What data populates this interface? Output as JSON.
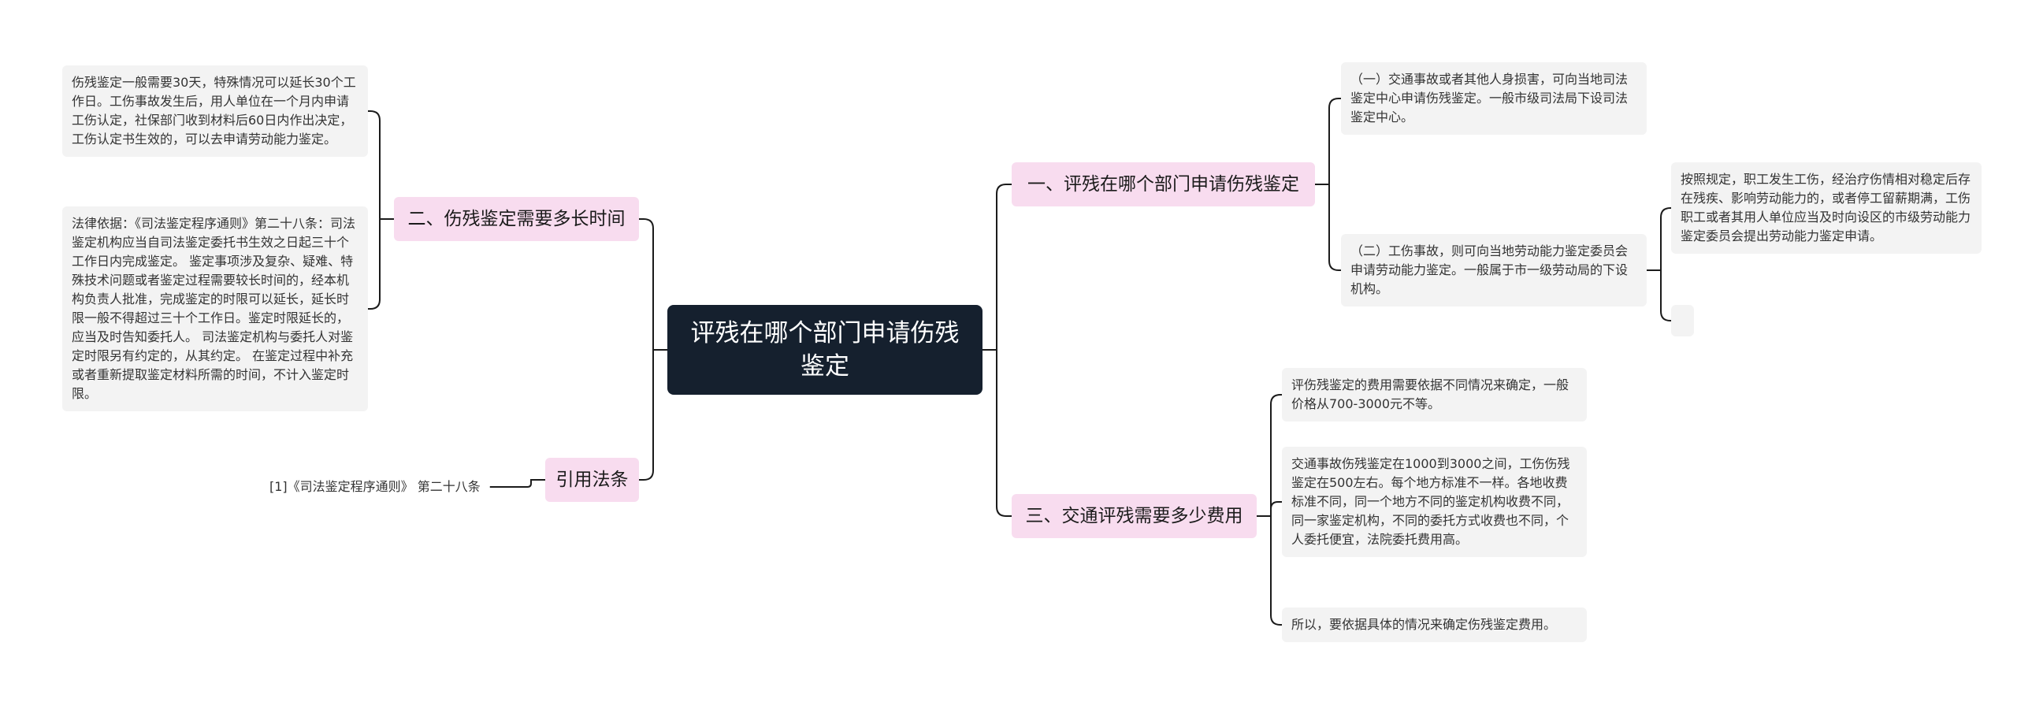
{
  "root": {
    "title": "评残在哪个部门申请伤残鉴定"
  },
  "branches": {
    "b1": {
      "label": "一、评残在哪个部门申请伤残鉴定",
      "leaves": [
        "（一）交通事故或者其他人身损害，可向当地司法鉴定中心申请伤残鉴定。一般市级司法局下设司法鉴定中心。",
        "（二）工伤事故，则可向当地劳动能力鉴定委员会申请劳动能力鉴定。一般属于市一级劳动局的下设机构。"
      ],
      "subleaves": [
        "按照规定，职工发生工伤，经治疗伤情相对稳定后存在残疾、影响劳动能力的，或者停工留薪期满，工伤职工或者其用人单位应当及时向设区的市级劳动能力鉴定委员会提出劳动能力鉴定申请。",
        ""
      ]
    },
    "b2": {
      "label": "二、伤残鉴定需要多长时间",
      "leaves": [
        "伤残鉴定一般需要30天，特殊情况可以延长30个工作日。工伤事故发生后，用人单位在一个月内申请工伤认定，社保部门收到材料后60日内作出决定，工伤认定书生效的，可以去申请劳动能力鉴定。",
        "法律依据：《司法鉴定程序通则》第二十八条：司法鉴定机构应当自司法鉴定委托书生效之日起三十个工作日内完成鉴定。 鉴定事项涉及复杂、疑难、特殊技术问题或者鉴定过程需要较长时间的，经本机构负责人批准，完成鉴定的时限可以延长，延长时限一般不得超过三十个工作日。鉴定时限延长的，应当及时告知委托人。 司法鉴定机构与委托人对鉴定时限另有约定的，从其约定。 在鉴定过程中补充或者重新提取鉴定材料所需的时间，不计入鉴定时限。"
      ]
    },
    "b3": {
      "label": "三、交通评残需要多少费用",
      "leaves": [
        "评伤残鉴定的费用需要依据不同情况来确定，一般价格从700-3000元不等。",
        "交通事故伤残鉴定在1000到3000之间，工伤伤残鉴定在500左右。每个地方标准不一样。各地收费标准不同，同一个地方不同的鉴定机构收费不同，同一家鉴定机构，不同的委托方式收费也不同，个人委托便宜，法院委托费用高。",
        "所以，要依据具体的情况来确定伤残鉴定费用。"
      ]
    },
    "b4": {
      "label": "引用法条",
      "leaves": [
        "[1]《司法鉴定程序通则》 第二十八条"
      ]
    }
  },
  "colors": {
    "root_bg": "#15202e",
    "branch_bg": "#f8dcef",
    "leaf_bg": "#f3f3f3",
    "line": "#1b1b1b"
  }
}
